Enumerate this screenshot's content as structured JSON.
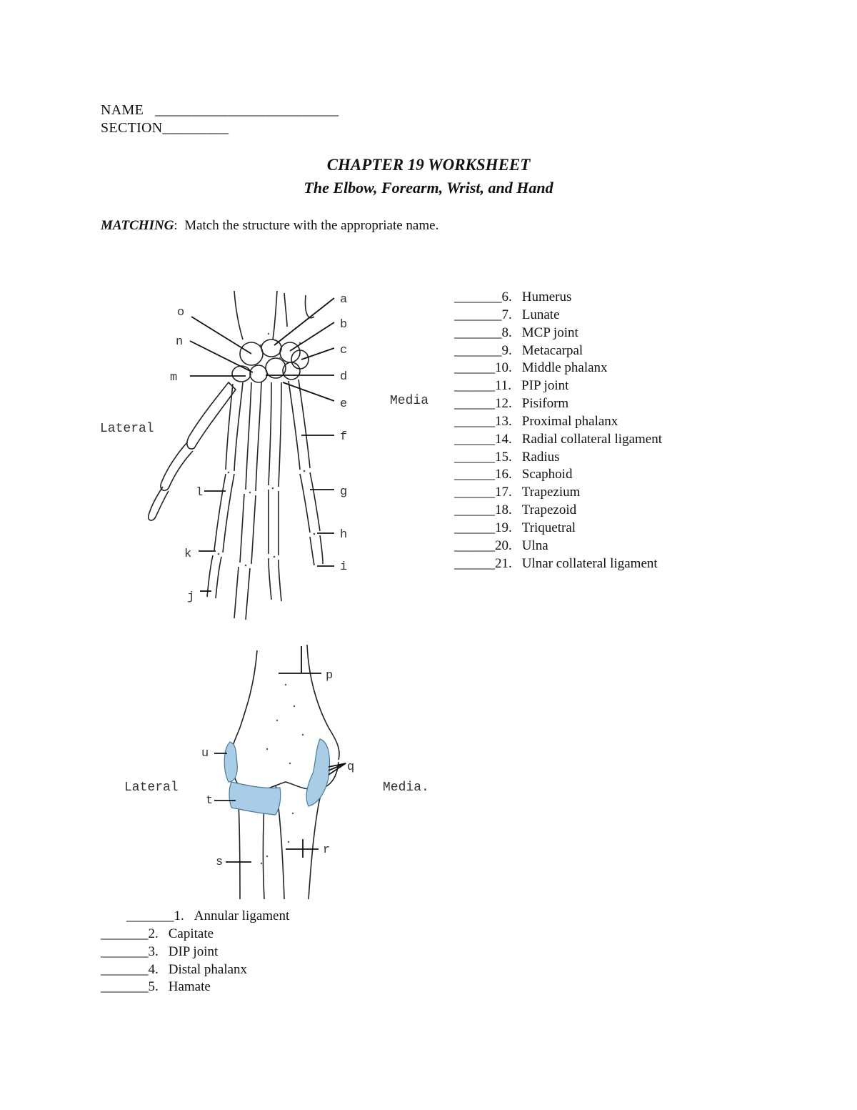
{
  "header": {
    "name_line": "NAME   _________________________",
    "section_line": "SECTION_________"
  },
  "title": "CHAPTER 19 WORKSHEET",
  "subtitle": "The Elbow, Forearm, Wrist, and Hand",
  "instructions": {
    "lead": "MATCHING",
    "text": ":  Match the structure with the appropriate name."
  },
  "hand_figure": {
    "side_left": "Lateral",
    "side_right": "Media",
    "labels": [
      "a",
      "b",
      "c",
      "d",
      "e",
      "f",
      "g",
      "h",
      "i",
      "j",
      "k",
      "l",
      "m",
      "n",
      "o"
    ]
  },
  "elbow_figure": {
    "side_left": "Lateral",
    "side_right": "Media.",
    "labels": [
      "p",
      "q",
      "r",
      "s",
      "t",
      "u"
    ]
  },
  "matching_right": [
    {
      "blank": "_______6.",
      "name": "Humerus"
    },
    {
      "blank": "_______7.",
      "name": "Lunate"
    },
    {
      "blank": "_______8.",
      "name": "MCP joint"
    },
    {
      "blank": "_______9.",
      "name": "Metacarpal"
    },
    {
      "blank": "______10.",
      "name": "Middle phalanx"
    },
    {
      "blank": "______11.",
      "name": "PIP joint"
    },
    {
      "blank": "______12.",
      "name": "Pisiform"
    },
    {
      "blank": "______13.",
      "name": "Proximal phalanx"
    },
    {
      "blank": "______14.",
      "name": "Radial collateral ligament"
    },
    {
      "blank": "______15.",
      "name": "Radius"
    },
    {
      "blank": "______16.",
      "name": "Scaphoid"
    },
    {
      "blank": "______17.",
      "name": "Trapezium"
    },
    {
      "blank": "______18.",
      "name": "Trapezoid"
    },
    {
      "blank": "______19.",
      "name": "Triquetral"
    },
    {
      "blank": "______20.",
      "name": "Ulna"
    },
    {
      "blank": "______21.",
      "name": "Ulnar collateral ligament"
    }
  ],
  "matching_bottom": [
    {
      "blank": "_______1.",
      "name": "Annular ligament"
    },
    {
      "blank": "_______2.",
      "name": "Capitate"
    },
    {
      "blank": "_______3.",
      "name": "DIP joint"
    },
    {
      "blank": "_______4.",
      "name": "Distal phalanx"
    },
    {
      "blank": "_______5.",
      "name": "Hamate"
    }
  ]
}
